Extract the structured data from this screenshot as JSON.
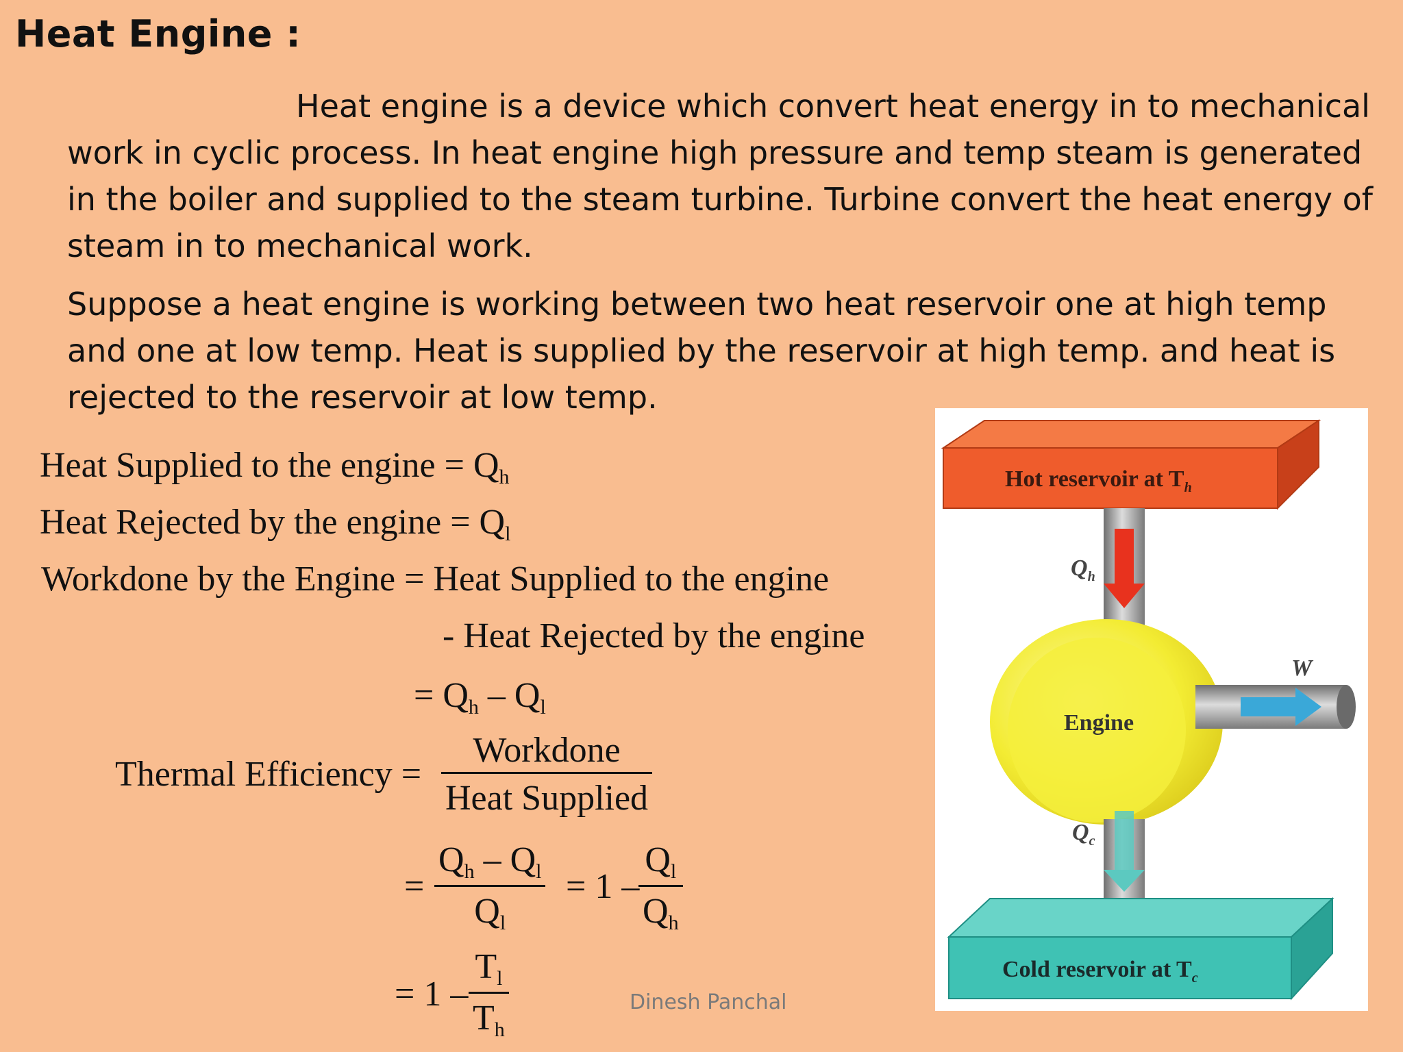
{
  "title": "Heat Engine :",
  "paragraphs": [
    "Heat engine is a device which convert heat energy in to mechanical work in cyclic process. In heat engine high pressure and temp steam is generated in the boiler and supplied to the steam turbine. Turbine convert the heat energy of steam in to mechanical work.",
    "Suppose a heat engine is working between two heat reservoir one at high temp and one at low temp. Heat is supplied by the reservoir  at high temp. and heat is rejected to the reservoir at low temp."
  ],
  "equations": {
    "heat_supplied": "Heat Supplied to the engine = Q",
    "heat_supplied_sub": "h",
    "heat_rejected": "Heat Rejected by the engine = Q",
    "heat_rejected_sub": "l",
    "work_done": "Workdone by the Engine = Heat Supplied to the engine",
    "work_done_cont": "- Heat Rejected by the engine",
    "work_result_eq": "= Q",
    "work_result_minus": " – Q",
    "efficiency_label": "Thermal Efficiency =",
    "frac_workdone": "Workdone",
    "frac_heat_supplied": "Heat Supplied",
    "eq_sign": "=",
    "one_minus": "= 1 –",
    "one_minus_prefix": "= 1 –",
    "sym_Q": "Q",
    "sym_T": "T",
    "sub_h": "h",
    "sub_l": "l",
    "minus": " – "
  },
  "diagram": {
    "hot_label": "Hot reservoir at T",
    "hot_sub": "h",
    "cold_label": "Cold reservoir at T",
    "cold_sub": "c",
    "engine_label": "Engine",
    "qh_label": "Q",
    "qh_sub": "h",
    "qc_label": "Q",
    "qc_sub": "c",
    "w_label": "W",
    "colors": {
      "hot": "#f05a2a",
      "cold": "#3fc2b4",
      "engine": "#f5ef3a",
      "pipe": "#9a9a9a",
      "arrow_hot": "#e8321e",
      "arrow_cold": "#5cc9c0",
      "arrow_work": "#3aa8d8"
    }
  },
  "footer": "Dinesh Panchal"
}
